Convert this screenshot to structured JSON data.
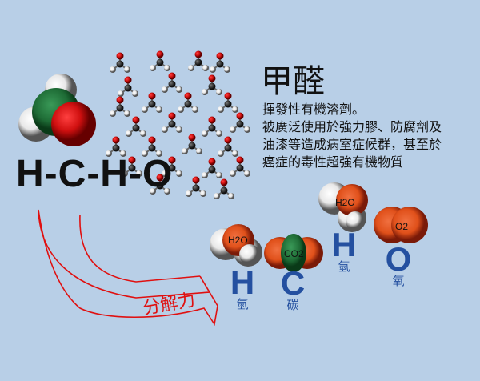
{
  "title": "甲醛",
  "description": [
    "揮發性有機溶劑。",
    "被廣泛使用於強力膠、防腐劑及",
    "油漆等造成病室症候群，甚至於",
    "癌症的毒性超強有機物質"
  ],
  "formula": "H-C-H-O",
  "decompose_label": "分解力",
  "molecules": [
    {
      "label": "H2O",
      "element": "H",
      "element_cn": "氫"
    },
    {
      "label": "CO2",
      "element": "C",
      "element_cn": "碳"
    },
    {
      "label": "H2O",
      "element": "H",
      "element_cn": "氫"
    },
    {
      "label": "O2",
      "element": "O",
      "element_cn": "氧"
    }
  ],
  "colors": {
    "background": "#b8cfe7",
    "element_text": "#2450a0",
    "arrow": "#e01010",
    "oxygen": "#e0501a",
    "carbon": "#1e6b35"
  }
}
